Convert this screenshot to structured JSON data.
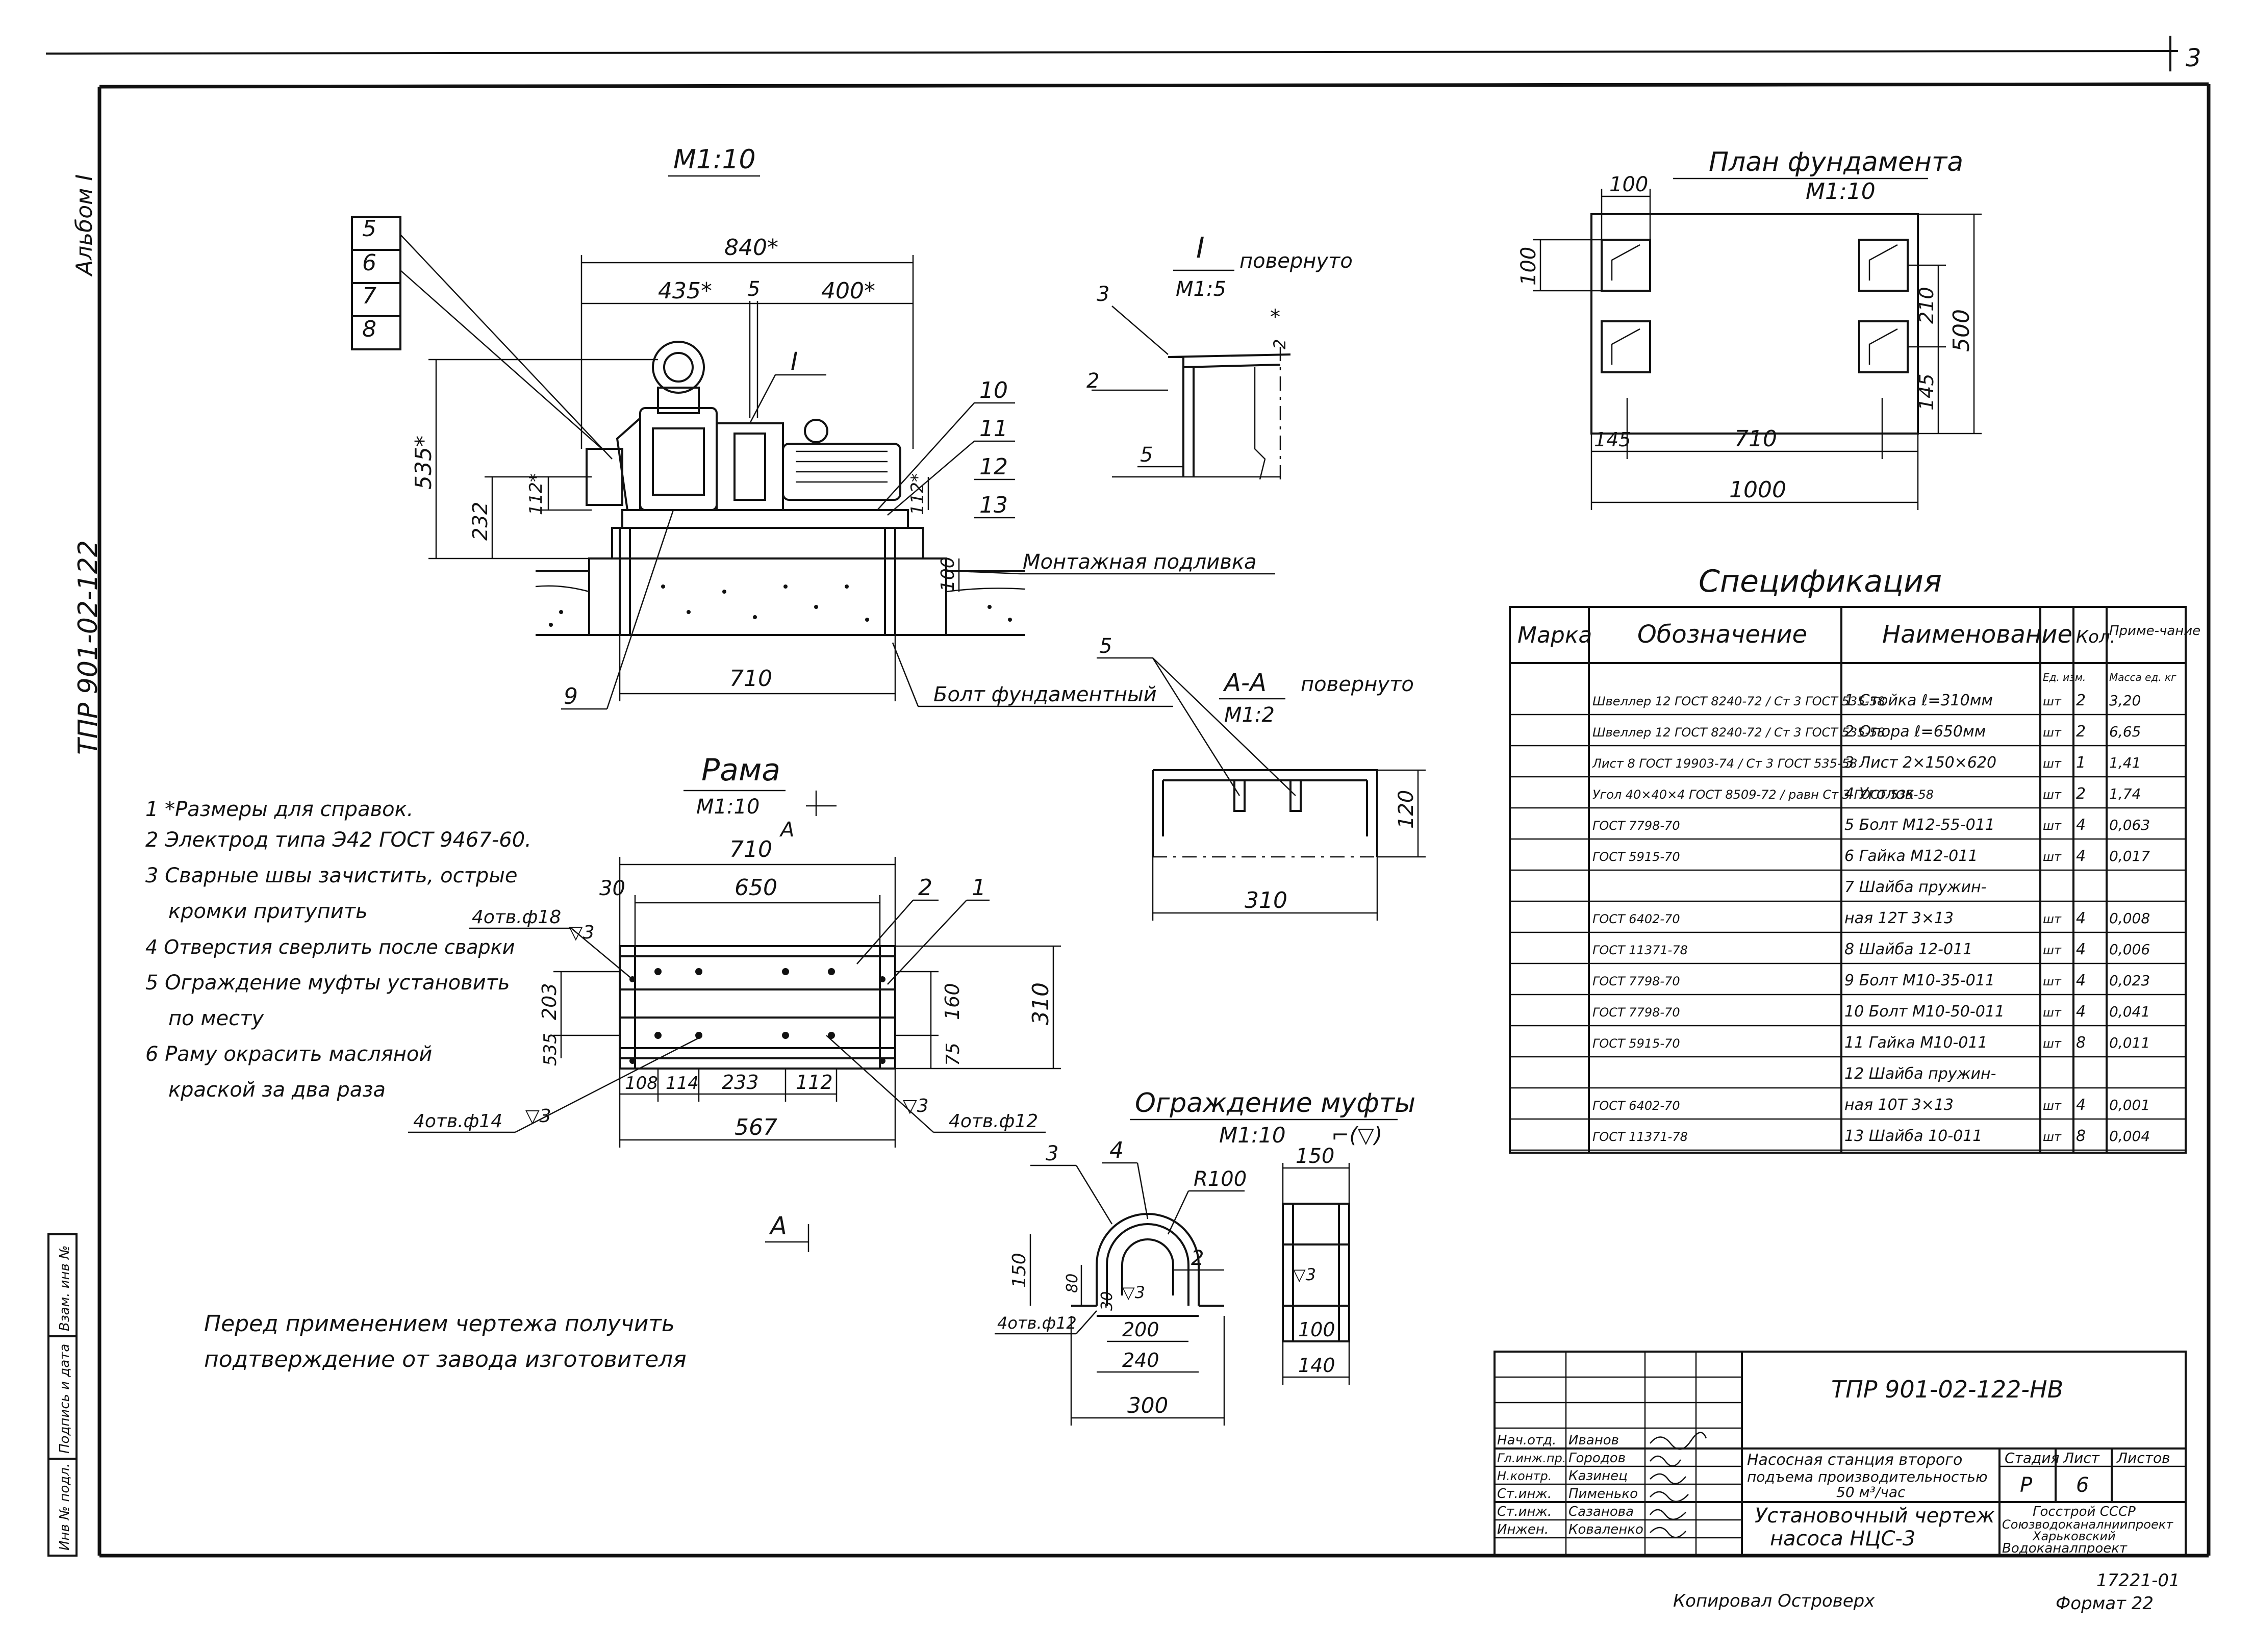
{
  "sheet": {
    "page_number": "3",
    "album": "Альбом I",
    "side_code": "ТПР 901-02-122",
    "copied_by": "Копировал Островерх",
    "format": "Формат 22",
    "order_no": "17221-01",
    "side_stamp": [
      "Инв № подл.",
      "Подпись и дата",
      "Взам. инв №"
    ]
  },
  "views": {
    "main": {
      "scale": "М1:10",
      "dims": [
        "840*",
        "435*",
        "5",
        "400*",
        "535*",
        "232",
        "112*",
        "112*",
        "710",
        "100"
      ],
      "positions": [
        "5",
        "6",
        "7",
        "8",
        "10",
        "11",
        "12",
        "13",
        "9",
        "I"
      ],
      "labels": [
        "Монтажная подливка",
        "Болт фундаментный"
      ]
    },
    "detail_I": {
      "title": "I",
      "note": "повернуто",
      "scale": "М1:5",
      "marks": [
        "3",
        "2",
        "5",
        "*",
        "2"
      ]
    },
    "foundation": {
      "title": "План фундамента",
      "scale": "М1:10",
      "dims": [
        "100",
        "100",
        "500",
        "210",
        "145",
        "145",
        "710",
        "1000"
      ]
    },
    "section_AA": {
      "title": "А-А",
      "note": "повернуто",
      "scale": "М1:2",
      "dims": [
        "5",
        "120",
        "310"
      ]
    },
    "frame": {
      "title": "Рама",
      "scale": "М1:10",
      "section_mark": "А",
      "dims": [
        "710",
        "30",
        "650",
        "2",
        "1",
        "203",
        "535",
        "160",
        "75",
        "310",
        "108",
        "114",
        "233",
        "112",
        "567"
      ],
      "hole_notes": [
        "4отв.ф18",
        "4отв.ф14",
        "4отв.ф12"
      ],
      "weld_marks": [
        "▽3",
        "▽3",
        "▽3"
      ]
    },
    "guard": {
      "title": "Ограждение муфты",
      "scale": "М1:10",
      "finish": "⌐(▽)",
      "dims": [
        "3",
        "4",
        "R100",
        "2",
        "150",
        "80",
        "30",
        "▽3",
        "200",
        "240",
        "300",
        "4отв.ф12",
        "150",
        "▽3",
        "100",
        "140"
      ]
    }
  },
  "notes": [
    "1 *Размеры для справок.",
    "2 Электрод типа Э42 ГОСТ 9467-60.",
    "3 Сварные швы зачистить, острые",
    "кромки притупить",
    "4 Отверстия сверлить после сварки",
    "5 Ограждение муфты установить",
    "по месту",
    "6 Раму окрасить масляной",
    "краской за два раза"
  ],
  "warning": [
    "Перед применением чертежа получить",
    "подтверждение от завода изготовителя"
  ],
  "spec": {
    "title": "Спецификация",
    "headers": [
      "Марка",
      "Обозначение",
      "Наименование",
      "Кол.",
      "Приме-чание"
    ],
    "subheaders": [
      "Ед. изм.",
      "Масса ед. кг"
    ],
    "rows": [
      [
        "",
        "Швеллер 12 ГОСТ 8240-72 / Ст 3 ГОСТ 535-58",
        "1 Стойка ℓ=310мм",
        "шт",
        "2",
        "3,20"
      ],
      [
        "",
        "Швеллер 12 ГОСТ 8240-72 / Ст 3 ГОСТ 535-58",
        "2 Опора ℓ=650мм",
        "шт",
        "2",
        "6,65"
      ],
      [
        "",
        "Лист 8 ГОСТ 19903-74 / Ст 3 ГОСТ 535-58",
        "3 Лист 2×150×620",
        "шт",
        "1",
        "1,41"
      ],
      [
        "",
        "Угол 40×40×4 ГОСТ 8509-72 / равн Ст 3 ГОСТ 535-58",
        "4 Уголок",
        "шт",
        "2",
        "1,74"
      ],
      [
        "",
        "ГОСТ 7798-70",
        "5 Болт М12-55-011",
        "шт",
        "4",
        "0,063"
      ],
      [
        "",
        "ГОСТ 5915-70",
        "6 Гайка М12-011",
        "шт",
        "4",
        "0,017"
      ],
      [
        "",
        "",
        "7 Шайба пружин-",
        "",
        "",
        ""
      ],
      [
        "",
        "ГОСТ 6402-70",
        "ная 12Т 3×13",
        "шт",
        "4",
        "0,008"
      ],
      [
        "",
        "ГОСТ 11371-78",
        "8 Шайба 12-011",
        "шт",
        "4",
        "0,006"
      ],
      [
        "",
        "ГОСТ 7798-70",
        "9 Болт М10-35-011",
        "шт",
        "4",
        "0,023"
      ],
      [
        "",
        "ГОСТ 7798-70",
        "10 Болт М10-50-011",
        "шт",
        "4",
        "0,041"
      ],
      [
        "",
        "ГОСТ 5915-70",
        "11 Гайка М10-011",
        "шт",
        "8",
        "0,011"
      ],
      [
        "",
        "",
        "12 Шайба пружин-",
        "",
        "",
        ""
      ],
      [
        "",
        "ГОСТ 6402-70",
        "ная 10Т 3×13",
        "шт",
        "4",
        "0,001"
      ],
      [
        "",
        "ГОСТ 11371-78",
        "13 Шайба 10-011",
        "шт",
        "8",
        "0,004"
      ]
    ]
  },
  "title_block": {
    "code": "ТПР 901-02-122-НВ",
    "roles": [
      "Нач.отд.",
      "Гл.инж.пр.",
      "Н.контр.",
      "Ст.инж.",
      "Ст.инж.",
      "Инжен."
    ],
    "names": [
      "Иванов",
      "Городов",
      "Казинец",
      "Пименько",
      "Сазанова",
      "Коваленко"
    ],
    "project": [
      "Насосная станция второго",
      "подъема производительностью",
      "50 м³/час"
    ],
    "stage_label": "Стадия",
    "sheet_label": "Лист",
    "sheets_label": "Листов",
    "stage": "Р",
    "sheet": "6",
    "drawing": [
      "Установочный чертеж",
      "насоса НЦС-3"
    ],
    "org": [
      "Госстрой СССР",
      "Союзводоканалниипроект",
      "Харьковский",
      "Водоканалпроект"
    ]
  }
}
